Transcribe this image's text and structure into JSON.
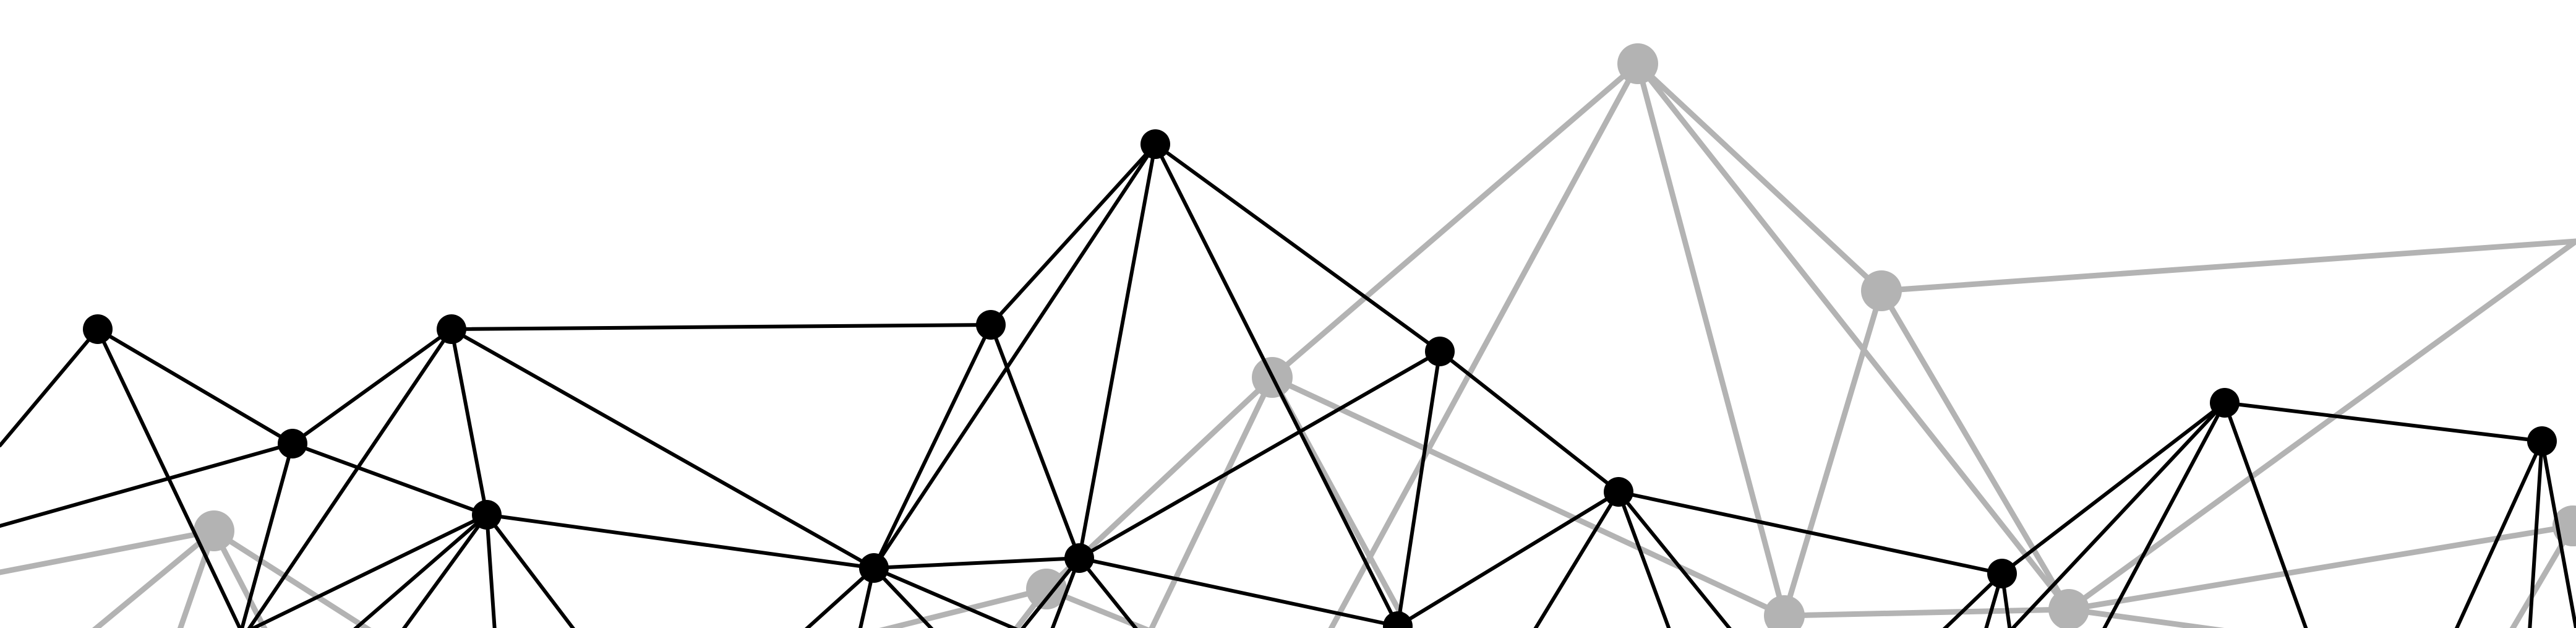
{
  "diagram": {
    "type": "network-graph",
    "layers": [
      {
        "name": "back",
        "color": "#b3b3b3"
      },
      {
        "name": "front",
        "color": "#000000"
      }
    ]
  }
}
